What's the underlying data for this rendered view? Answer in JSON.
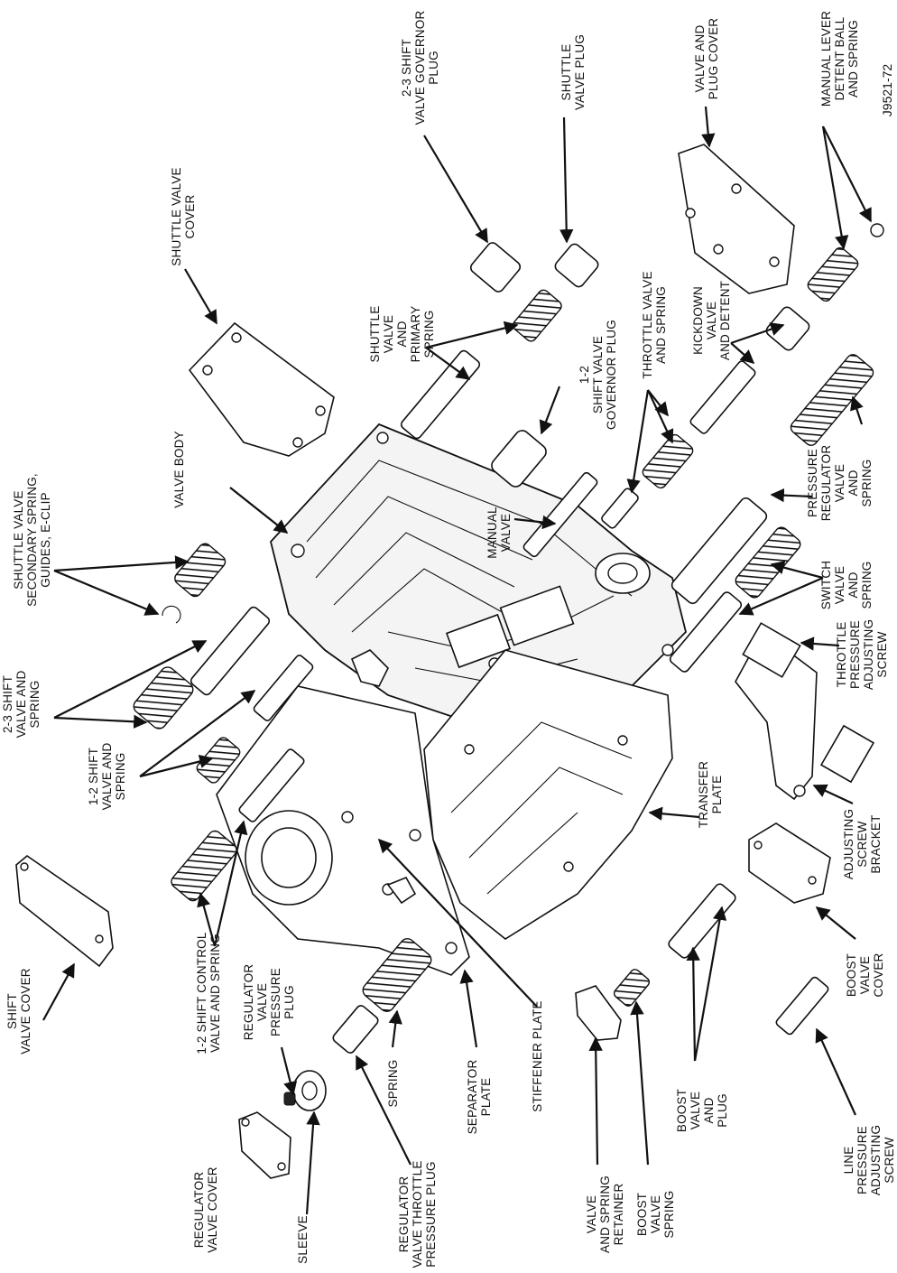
{
  "figure_id": "J9521-72",
  "labels": {
    "gov23": [
      "2-3 SHIFT",
      "VALVE GOVERNOR",
      "PLUG"
    ],
    "shuttle_plug": [
      "SHUTTLE",
      "VALVE PLUG"
    ],
    "valve_plug_cover": [
      "VALVE AND",
      "PLUG COVER"
    ],
    "detent": [
      "MANUAL LEVER",
      "DETENT BALL",
      "AND SPRING"
    ],
    "shuttle_cover": [
      "SHUTTLE VALVE",
      "COVER"
    ],
    "shuttle_primary": [
      "SHUTTLE",
      "VALVE",
      "AND",
      "PRIMARY",
      "SPRING"
    ],
    "gov12": [
      "1-2",
      "SHIFT VALVE",
      "GOVERNOR PLUG"
    ],
    "throttle_valve": [
      "THROTTLE VALVE",
      "AND SPRING"
    ],
    "kickdown": [
      "KICKDOWN",
      "VALVE",
      "AND DETENT"
    ],
    "valve_body": [
      "VALVE BODY"
    ],
    "shuttle_secondary": [
      "SHUTTLE VALVE",
      "SECONDARY SPRING,",
      "GUIDES, E-CLIP"
    ],
    "manual_valve": [
      "MANUAL",
      "VALVE"
    ],
    "pressure_regulator": [
      "PRESSURE",
      "REGULATOR",
      "VALVE",
      "AND",
      "SPRING"
    ],
    "switch_valve": [
      "SWITCH",
      "VALVE",
      "AND",
      "SPRING"
    ],
    "throttle_adjust": [
      "THROTTLE",
      "PRESSURE",
      "ADJUSTING",
      "SCREW"
    ],
    "shift23": [
      "2-3 SHIFT",
      "VALVE AND",
      "SPRING"
    ],
    "shift12": [
      "1-2 SHIFT",
      "VALVE AND",
      "SPRING"
    ],
    "transfer_plate": [
      "TRANSFER",
      "PLATE"
    ],
    "adjusting_bracket": [
      "ADJUSTING",
      "SCREW",
      "BRACKET"
    ],
    "shift_cover": [
      "SHIFT",
      "VALVE COVER"
    ],
    "control12": [
      "1-2 SHIFT CONTROL",
      "VALVE AND SPRING"
    ],
    "reg_pressure_plug": [
      "REGULATOR",
      "VALVE",
      "PRESSURE",
      "PLUG"
    ],
    "spring": [
      "SPRING"
    ],
    "separator": [
      "SEPARATOR",
      "PLATE"
    ],
    "stiffener": [
      "STIFFENER PLATE"
    ],
    "boost_cover": [
      "BOOST",
      "VALVE",
      "COVER"
    ],
    "boost_valve": [
      "BOOST",
      "VALVE",
      "AND",
      "PLUG"
    ],
    "regulator_cover": [
      "REGULATOR",
      "VALVE COVER"
    ],
    "sleeve": [
      "SLEEVE"
    ],
    "reg_throttle_plug": [
      "REGULATOR",
      "VALVE THROTTLE",
      "PRESSURE PLUG"
    ],
    "retainer": [
      "VALVE",
      "AND SPRING",
      "RETAINER"
    ],
    "boost_spring": [
      "BOOST",
      "VALVE",
      "SPRING"
    ],
    "line_pressure": [
      "LINE",
      "PRESSURE",
      "ADJUSTING",
      "SCREW"
    ]
  }
}
